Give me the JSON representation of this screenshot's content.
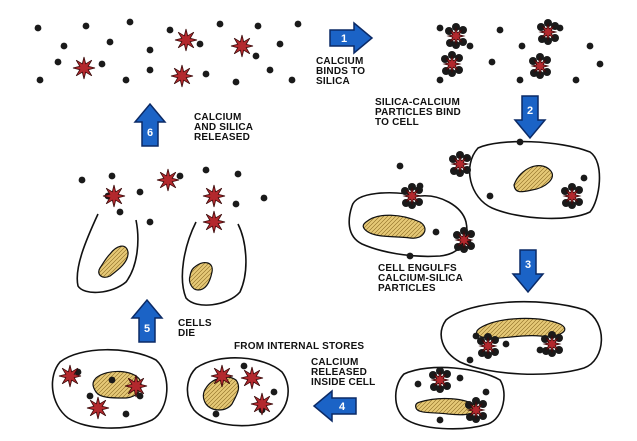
{
  "steps": [
    {
      "number": "1",
      "caption": "CALCIUM\nBINDS TO\nSILICA"
    },
    {
      "number": "2",
      "caption": "SILICA-CALCIUM\nPARTICLES BIND\nTO CELL"
    },
    {
      "number": "3",
      "caption": "CELL ENGULFS\nCALCIUM-SILICA\nPARTICLES"
    },
    {
      "number": "4",
      "caption": "CALCIUM\nRELEASED\nINSIDE CELL",
      "note": "FROM INTERNAL STORES"
    },
    {
      "number": "5",
      "caption": "CELLS\nDIE"
    },
    {
      "number": "6",
      "caption": "CALCIUM\nAND SILICA\nRELEASED"
    }
  ],
  "colors": {
    "arrow_fill": "#1b63c6",
    "arrow_stroke": "#0b2a66",
    "calcium_star": "#b3282d",
    "silica_dot": "#1a1a1a",
    "nucleus_fill": "#e6c977",
    "outline": "#111111"
  },
  "icons": {
    "calcium": "red-star-icon",
    "silica": "black-dot-icon",
    "step_arrow": "blue-block-arrow-icon"
  }
}
